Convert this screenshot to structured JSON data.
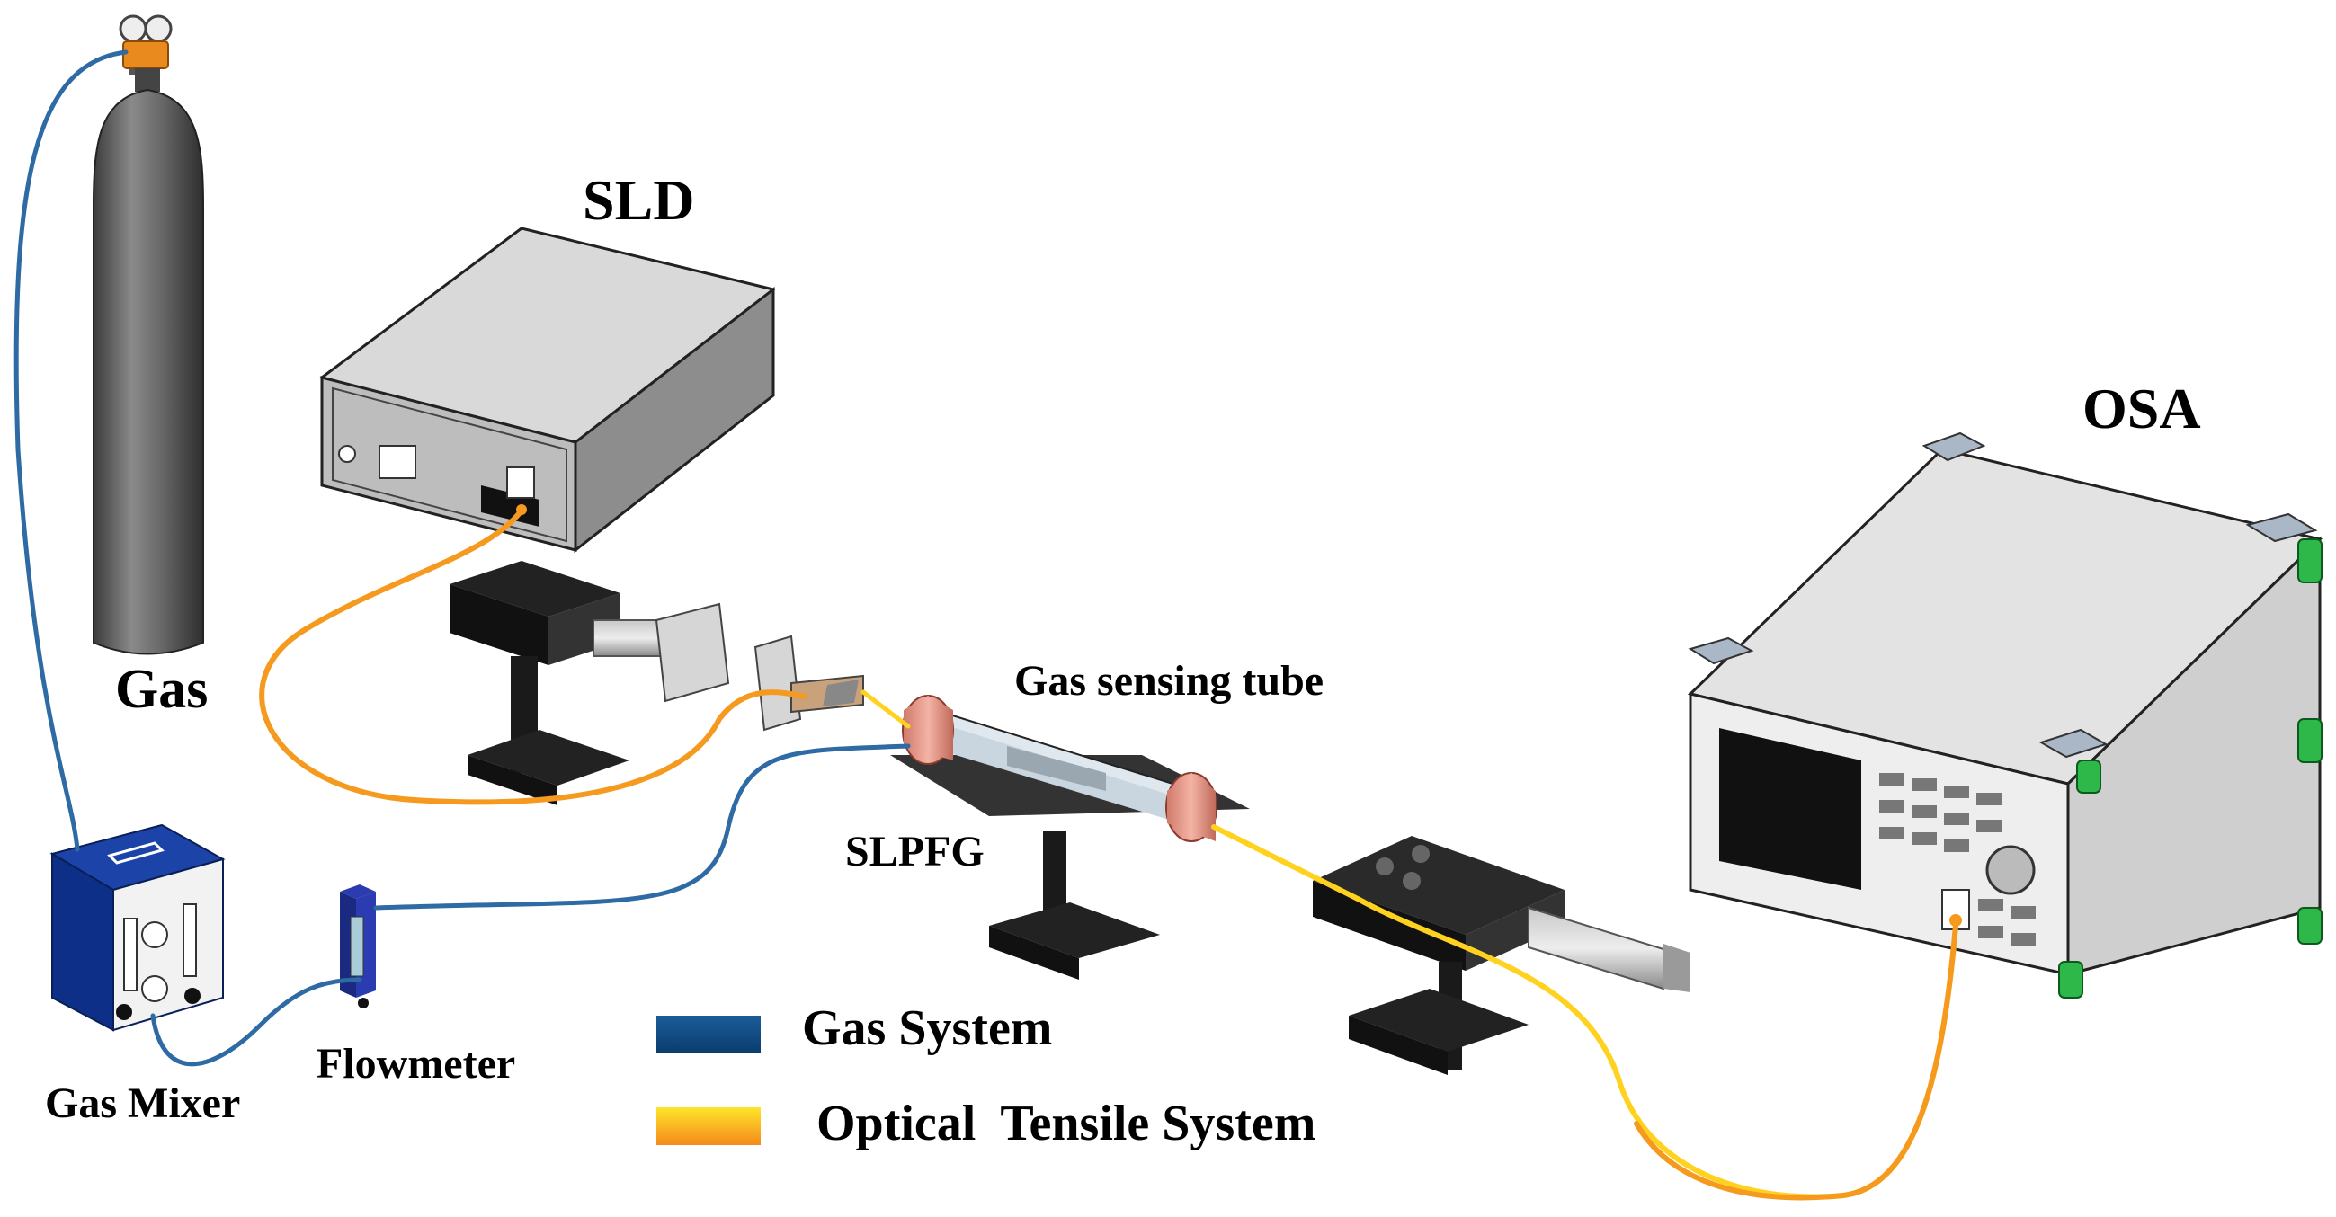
{
  "labels": {
    "gas": "Gas",
    "sld": "SLD",
    "osa": "OSA",
    "gas_sensing_tube": "Gas sensing tube",
    "slpfg": "SLPFG",
    "gas_mixer": "Gas Mixer",
    "flowmeter": "Flowmeter"
  },
  "legend": [
    {
      "label": "Gas System",
      "color": "#0d4f8b"
    },
    {
      "label": "Optical  Tensile System",
      "color": "#f7b21a"
    }
  ],
  "colors": {
    "gas_line": "#2e6aa3",
    "fiber_outer": "#f59a1f",
    "fiber_inner": "#ffd21f",
    "tube_cap": "#e7907e",
    "osa_corner": "#2fb84a"
  }
}
